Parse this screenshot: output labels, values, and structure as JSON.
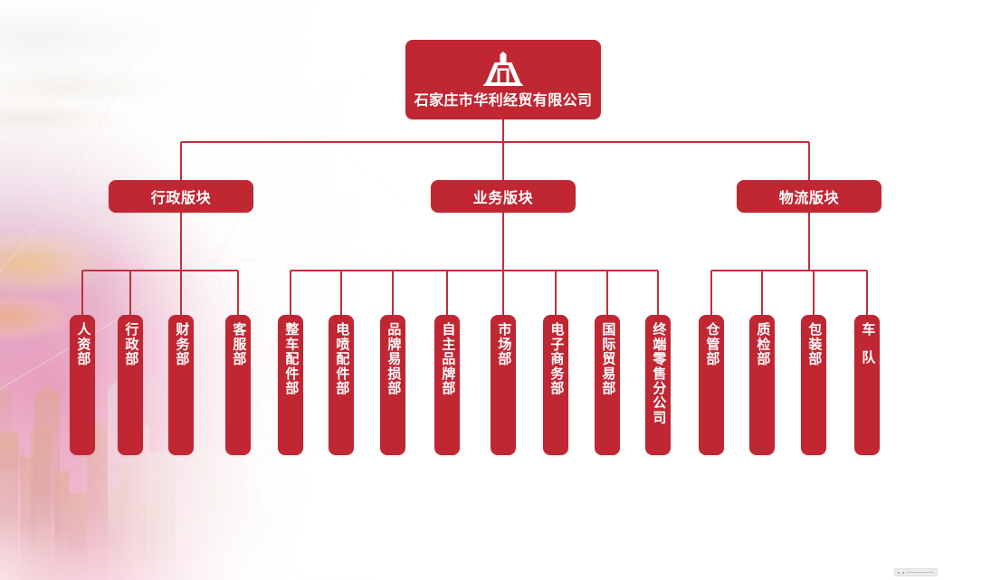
{
  "colors": {
    "node_red": "#c02733",
    "connector_red": "#c0303a",
    "node_text": "#ffffff",
    "page_background": "#ffffff"
  },
  "root": {
    "title": "石家庄市华利经贸有限公司",
    "logo_name": "company-arch-logo"
  },
  "divisions": [
    {
      "label": "行政版块"
    },
    {
      "label": "业务版块"
    },
    {
      "label": "物流版块"
    }
  ],
  "departments": {
    "administration": [
      {
        "label": "人资部"
      },
      {
        "label": "行政部"
      },
      {
        "label": "财务部"
      },
      {
        "label": "客服部"
      }
    ],
    "business": [
      {
        "label": "整车配件部"
      },
      {
        "label": "电喷配件部"
      },
      {
        "label": "品牌易损部"
      },
      {
        "label": "自主品牌部"
      },
      {
        "label": "市场部"
      },
      {
        "label": "电子商务部"
      },
      {
        "label": "国际贸易部"
      },
      {
        "label": "终端零售分公司"
      }
    ],
    "logistics": [
      {
        "label": "仓管部"
      },
      {
        "label": "质检部"
      },
      {
        "label": "包装部"
      },
      {
        "label": "车队"
      }
    ]
  },
  "chart_data": {
    "type": "diagram",
    "title": "石家庄市华利经贸有限公司 组织架构图",
    "orientation": "top-down",
    "levels": 3,
    "root_node": "石家庄市华利经贸有限公司",
    "nodes": [
      {
        "level": 1,
        "label": "石家庄市华利经贸有限公司",
        "children": [
          "行政版块",
          "业务版块",
          "物流版块"
        ]
      },
      {
        "level": 2,
        "label": "行政版块",
        "children": [
          "人资部",
          "行政部",
          "财务部",
          "客服部"
        ]
      },
      {
        "level": 2,
        "label": "业务版块",
        "children": [
          "整车配件部",
          "电喷配件部",
          "品牌易损部",
          "自主品牌部",
          "市场部",
          "电子商务部",
          "国际贸易部",
          "终端零售分公司"
        ]
      },
      {
        "level": 2,
        "label": "物流版块",
        "children": [
          "仓管部",
          "质检部",
          "包装部",
          "车队"
        ]
      }
    ],
    "leaf_count": 16,
    "division_count": 3
  }
}
